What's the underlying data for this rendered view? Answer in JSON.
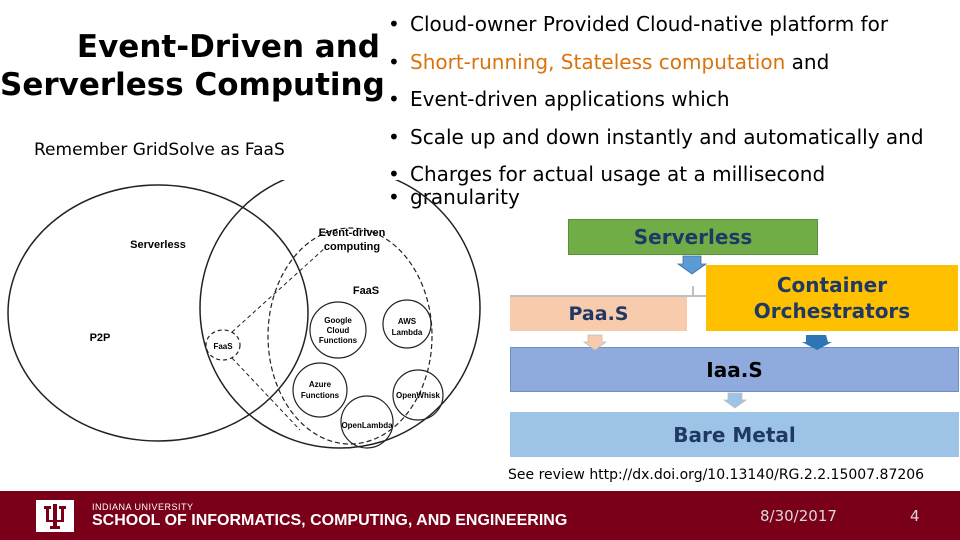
{
  "slide": {
    "title_line1": "Event-Driven and",
    "title_line2": "Serverless Computing",
    "subtitle": "Remember GridSolve as FaaS"
  },
  "bullets": [
    {
      "text": "Cloud-owner Provided Cloud-native platform  for"
    },
    {
      "text": "Short-running, Stateless computation",
      "suffix": " and"
    },
    {
      "text": "Event-driven applications which"
    },
    {
      "text": "Scale up and down instantly and automatically and"
    },
    {
      "text": "Charges for actual usage at a millisecond",
      "continuation": "granularity"
    }
  ],
  "venn": {
    "serverless": "Serverless",
    "event_driven_1": "Event-driven",
    "event_driven_2": "computing",
    "faas": "FaaS",
    "p2p": "P2P",
    "faas_small": "FaaS",
    "google_1": "Google",
    "google_2": "Cloud",
    "google_3": "Functions",
    "aws_1": "AWS",
    "aws_2": "Lambda",
    "azure_1": "Azure",
    "azure_2": "Functions",
    "openwhisk": "OpenWhisk",
    "openlambda": "OpenLambda"
  },
  "stack": {
    "serverless": "Serverless",
    "paas": "Paa.S",
    "container_1": "Container",
    "container_2": "Orchestrators",
    "iaas": "Iaa.S",
    "bare_metal": "Bare Metal",
    "colors": {
      "serverless": "#70ad47",
      "paas": "#f8cbad",
      "container": "#ffc000",
      "iaas": "#8faadc",
      "bare_metal": "#9dc3e6"
    }
  },
  "review": "See review http://dx.doi.org/10.13140/RG.2.2.15007.87206",
  "footer": {
    "university": "INDIANA UNIVERSITY",
    "school": "SCHOOL OF INFORMATICS, COMPUTING, AND ENGINEERING",
    "date": "8/30/2017",
    "page": "4",
    "color": "#7a0019"
  }
}
